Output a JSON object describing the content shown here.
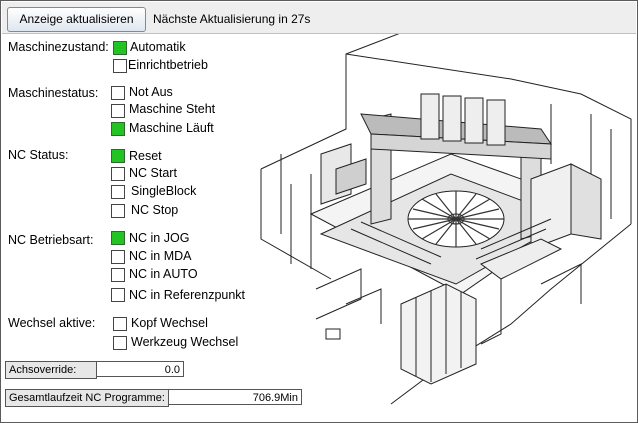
{
  "toolbar": {
    "refresh_button": "Anzeige aktualisieren",
    "next_update": "Nächste Aktualisierung in 27s"
  },
  "groups": [
    {
      "label": "Maschinezustand:",
      "options": [
        {
          "label": "Automatik",
          "checked": true
        },
        {
          "label": "Einrichtbetrieb",
          "checked": false
        }
      ]
    },
    {
      "label": "Maschinestatus:",
      "options": [
        {
          "label": "Not Aus",
          "checked": false
        },
        {
          "label": "Maschine Steht",
          "checked": false
        },
        {
          "label": "Maschine Läuft",
          "checked": true
        }
      ]
    },
    {
      "label": "NC Status:",
      "options": [
        {
          "label": "Reset",
          "checked": true
        },
        {
          "label": "NC Start",
          "checked": false
        },
        {
          "label": "SingleBlock",
          "checked": false
        },
        {
          "label": "NC Stop",
          "checked": false
        }
      ]
    },
    {
      "label": "NC Betriebsart:",
      "options": [
        {
          "label": "NC in JOG",
          "checked": true
        },
        {
          "label": "NC in MDA",
          "checked": false
        },
        {
          "label": "NC in AUTO",
          "checked": false
        },
        {
          "label": "NC in Referenzpunkt",
          "checked": false
        }
      ]
    },
    {
      "label": "Wechsel aktive:",
      "options": [
        {
          "label": "Kopf Wechsel",
          "checked": false
        },
        {
          "label": "Werkzeug Wechsel",
          "checked": false
        }
      ]
    }
  ],
  "fields": {
    "override_label": "Achsoverride:",
    "override_value": "0.0",
    "runtime_label": "Gesamtlaufzeit NC Programme:",
    "runtime_value": "706.9Min"
  },
  "colors": {
    "checked": "#22c322",
    "toolbar": "#eeeeee"
  }
}
